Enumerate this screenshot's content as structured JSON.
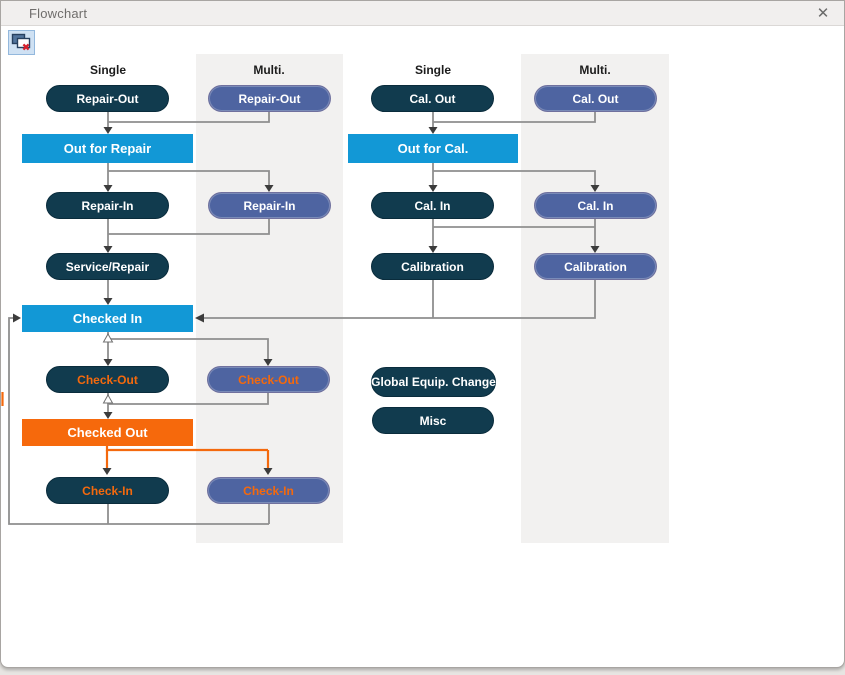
{
  "window": {
    "title": "Flowchart",
    "close_glyph": "✕"
  },
  "toolbar": {
    "close_flowchart_icon": "window-with-red-x"
  },
  "colors": {
    "accent_blue": "#1298D6",
    "accent_orange": "#F4690D",
    "dark_pill": "#113B4E",
    "slate_pill": "#4E64A1",
    "multi_band": "#F2F1F0",
    "connector_gray": "#8F8F8F"
  },
  "flowchart": {
    "headers": {
      "left_single": "Single",
      "left_multi": "Multi.",
      "right_single": "Single",
      "right_multi": "Multi."
    },
    "nodes": {
      "repair_out_single": "Repair-Out",
      "repair_out_multi": "Repair-Out",
      "out_for_repair": "Out for Repair",
      "repair_in_single": "Repair-In",
      "repair_in_multi": "Repair-In",
      "service_repair": "Service/Repair",
      "checked_in": "Checked In",
      "check_out_single": "Check-Out",
      "check_out_multi": "Check-Out",
      "checked_out": "Checked Out",
      "check_in_single": "Check-In",
      "check_in_multi": "Check-In",
      "cal_out_single": "Cal. Out",
      "cal_out_multi": "Cal. Out",
      "out_for_cal": "Out for Cal.",
      "cal_in_single": "Cal. In",
      "cal_in_multi": "Cal. In",
      "calibration_single": "Calibration",
      "calibration_multi": "Calibration",
      "global_equip_change": "Global Equip. Change",
      "misc": "Misc"
    }
  }
}
